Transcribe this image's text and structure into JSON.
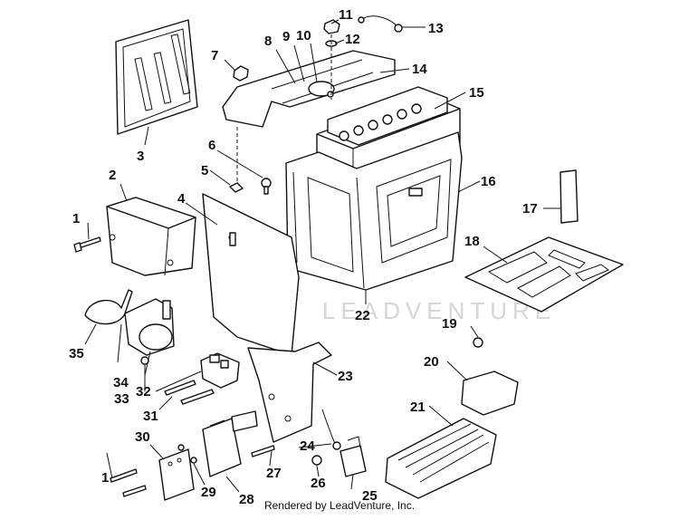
{
  "watermark": "LEADVENTURE",
  "footer": "Rendered by LeadVenture, Inc.",
  "callouts": [
    {
      "id": "1a",
      "label": "1"
    },
    {
      "id": "1b",
      "label": "1"
    },
    {
      "id": "2",
      "label": "2"
    },
    {
      "id": "3",
      "label": "3"
    },
    {
      "id": "4",
      "label": "4"
    },
    {
      "id": "5",
      "label": "5"
    },
    {
      "id": "6",
      "label": "6"
    },
    {
      "id": "7",
      "label": "7"
    },
    {
      "id": "8",
      "label": "8"
    },
    {
      "id": "9",
      "label": "9"
    },
    {
      "id": "10",
      "label": "10"
    },
    {
      "id": "11",
      "label": "11"
    },
    {
      "id": "12",
      "label": "12"
    },
    {
      "id": "13",
      "label": "13"
    },
    {
      "id": "14",
      "label": "14"
    },
    {
      "id": "15",
      "label": "15"
    },
    {
      "id": "16",
      "label": "16"
    },
    {
      "id": "17",
      "label": "17"
    },
    {
      "id": "18",
      "label": "18"
    },
    {
      "id": "19",
      "label": "19"
    },
    {
      "id": "20",
      "label": "20"
    },
    {
      "id": "21",
      "label": "21"
    },
    {
      "id": "22",
      "label": "22"
    },
    {
      "id": "23",
      "label": "23"
    },
    {
      "id": "24",
      "label": "24"
    },
    {
      "id": "25",
      "label": "25"
    },
    {
      "id": "26",
      "label": "26"
    },
    {
      "id": "27",
      "label": "27"
    },
    {
      "id": "28",
      "label": "28"
    },
    {
      "id": "29",
      "label": "29"
    },
    {
      "id": "30",
      "label": "30"
    },
    {
      "id": "31",
      "label": "31"
    },
    {
      "id": "32",
      "label": "32"
    },
    {
      "id": "33",
      "label": "33"
    },
    {
      "id": "34",
      "label": "34"
    },
    {
      "id": "35",
      "label": "35"
    }
  ]
}
